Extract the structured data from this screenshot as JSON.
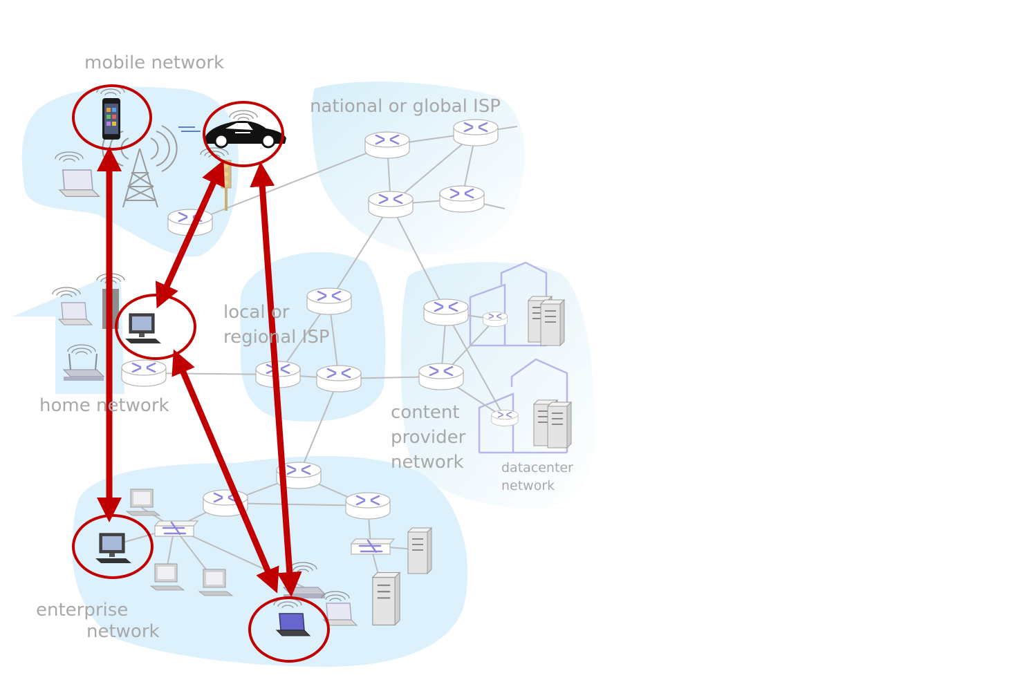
{
  "labels": {
    "mobile_network": "mobile network",
    "national_isp": "national or global ISP",
    "local_isp_line1": "local or",
    "local_isp_line2": "regional ISP",
    "home_network": "home network",
    "content_line1": "content",
    "content_line2": "provider",
    "content_line3": "network",
    "datacenter_line1": "datacenter",
    "datacenter_line2": "network",
    "enterprise_line1": "enterprise",
    "enterprise_line2": "network"
  },
  "colors": {
    "region_fill": "#dcf1fb",
    "link_line": "#b9b9b9",
    "router_arrow": "#8b86dc",
    "highlight": "#c00000",
    "label_text": "#a8a8a8",
    "building": "#b8b5ea"
  },
  "icons": [
    "smartphone-icon",
    "car-icon",
    "laptop-icon",
    "cell-tower-icon",
    "traffic-light-icon",
    "desktop-computer-icon",
    "wifi-router-icon",
    "server-icon",
    "building-icon",
    "router-icon",
    "switch-icon"
  ]
}
